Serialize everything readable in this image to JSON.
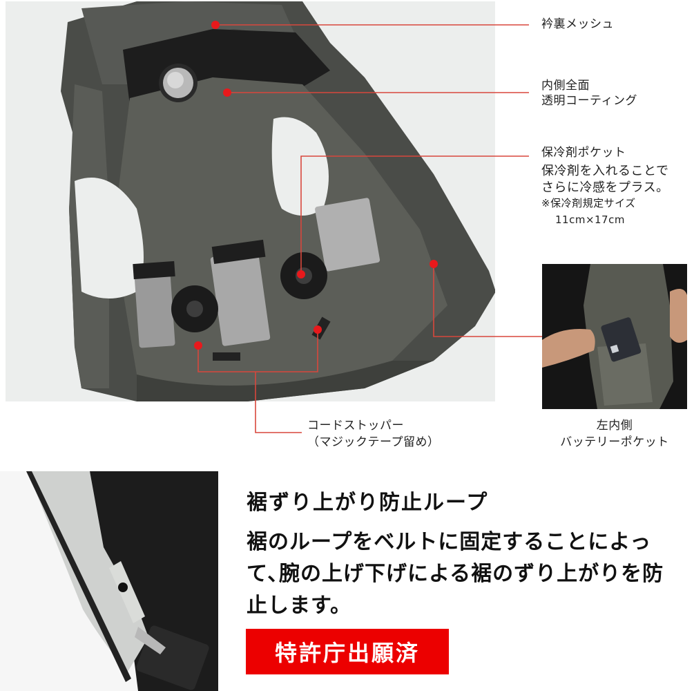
{
  "colors": {
    "callout_line": "#d8473c",
    "callout_dot": "#e8191c",
    "badge_bg": "#ec0000",
    "badge_text": "#ffffff",
    "photo_bg": "#eceeed"
  },
  "callouts": [
    {
      "id": "collar-mesh",
      "lines": [
        "衿裏メッシュ"
      ]
    },
    {
      "id": "inner-coating",
      "lines": [
        "内側全面",
        "透明コーティング"
      ]
    },
    {
      "id": "cooling-pocket",
      "title": "保冷剤ポケット",
      "lines": [
        "保冷剤を入れることで",
        "さらに冷感をプラス。"
      ],
      "note": "※保冷剤規定サイズ",
      "size": "11cm×17cm"
    },
    {
      "id": "cord-stopper",
      "lines": [
        "コードストッパー",
        "（マジックテープ留め）"
      ]
    },
    {
      "id": "battery-pocket",
      "lines": [
        "左内側",
        "バッテリーポケット"
      ]
    }
  ],
  "feature": {
    "title": "裾ずり上がり防止ループ",
    "body_lines": [
      "裾のループをベルトに固定することによっ",
      "て､腕の上げ下げによる裾のずり上がりを防",
      "止します。"
    ],
    "badge": "特許庁出願済"
  },
  "images": {
    "main": "fan-vest-inside-view",
    "inset": "battery-pocket-closeup",
    "loop": "hem-loop-belt-closeup"
  }
}
